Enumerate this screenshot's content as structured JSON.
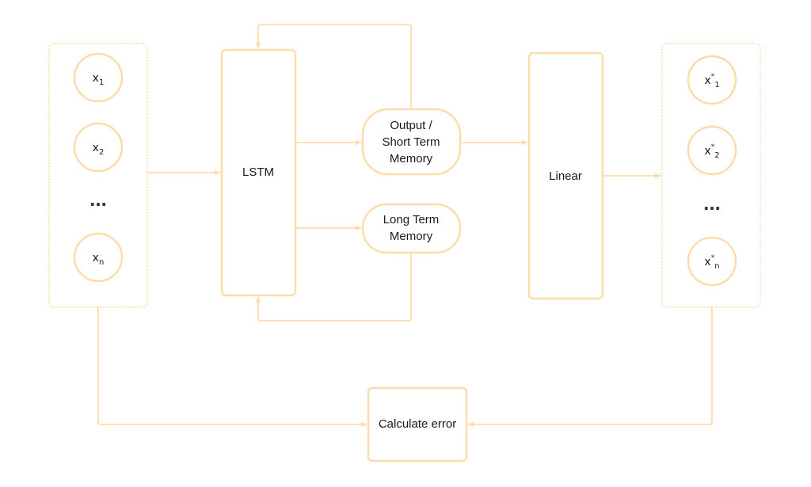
{
  "colors": {
    "stroke": "#fddcaa",
    "text": "#1a1a1a",
    "background": "#ffffff"
  },
  "inputs": {
    "items": [
      {
        "base": "x",
        "sub": "1"
      },
      {
        "base": "x",
        "sub": "2"
      },
      {
        "base": "x",
        "sub": "n"
      }
    ],
    "ellipsis": "..."
  },
  "outputs": {
    "items": [
      {
        "base": "x",
        "sup": "*",
        "sub": "1"
      },
      {
        "base": "x",
        "sup": "*",
        "sub": "2"
      },
      {
        "base": "x",
        "sup": "*",
        "sub": "n"
      }
    ],
    "ellipsis": "..."
  },
  "nodes": {
    "lstm": "LSTM",
    "short_term": [
      "Output /",
      "Short Term",
      "Memory"
    ],
    "long_term": [
      "Long Term",
      "Memory"
    ],
    "linear": "Linear",
    "calc_error": "Calculate error"
  }
}
